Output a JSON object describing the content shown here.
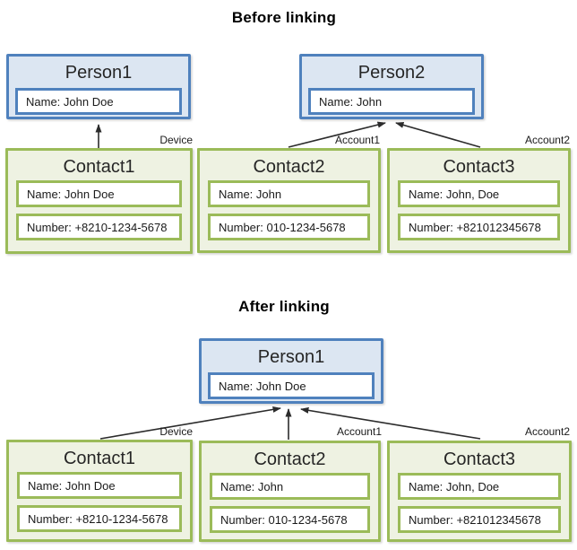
{
  "colors": {
    "person_border": "#4f81bd",
    "person_fill": "#dce6f2",
    "contact_border": "#9bbb59",
    "contact_fill": "#eef2e2",
    "field_background": "#ffffff",
    "arrow": "#2b2b2b"
  },
  "before": {
    "title": "Before linking",
    "persons": [
      {
        "title": "Person1",
        "fields": [
          "Name: John Doe"
        ]
      },
      {
        "title": "Person2",
        "fields": [
          "Name: John"
        ]
      }
    ],
    "contacts": [
      {
        "label": "Device",
        "title": "Contact1",
        "fields": [
          "Name: John Doe",
          "Number: +8210-1234-5678"
        ]
      },
      {
        "label": "Account1",
        "title": "Contact2",
        "fields": [
          "Name: John",
          "Number: 010-1234-5678"
        ]
      },
      {
        "label": "Account2",
        "title": "Contact3",
        "fields": [
          "Name: John, Doe",
          "Number: +821012345678"
        ]
      }
    ],
    "edges": [
      {
        "from": "Contact1",
        "to": "Person1"
      },
      {
        "from": "Contact2",
        "to": "Person2"
      },
      {
        "from": "Contact3",
        "to": "Person2"
      }
    ]
  },
  "after": {
    "title": "After linking",
    "persons": [
      {
        "title": "Person1",
        "fields": [
          "Name: John Doe"
        ]
      }
    ],
    "contacts": [
      {
        "label": "Device",
        "title": "Contact1",
        "fields": [
          "Name: John Doe",
          "Number: +8210-1234-5678"
        ]
      },
      {
        "label": "Account1",
        "title": "Contact2",
        "fields": [
          "Name: John",
          "Number: 010-1234-5678"
        ]
      },
      {
        "label": "Account2",
        "title": "Contact3",
        "fields": [
          "Name: John, Doe",
          "Number: +821012345678"
        ]
      }
    ],
    "edges": [
      {
        "from": "Contact1",
        "to": "Person1"
      },
      {
        "from": "Contact2",
        "to": "Person1"
      },
      {
        "from": "Contact3",
        "to": "Person1"
      }
    ]
  }
}
